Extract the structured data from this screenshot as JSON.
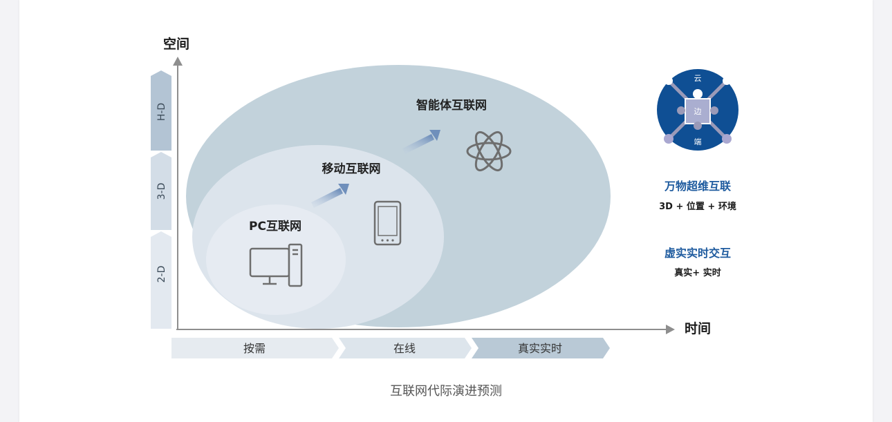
{
  "axes": {
    "y_label": "空间",
    "x_label": "时间"
  },
  "space_levels": [
    "H-D",
    "3-D",
    "2-D"
  ],
  "time_stages": [
    "按需",
    "在线",
    "真实实时"
  ],
  "generations": {
    "pc": "PC互联网",
    "mobile": "移动互联网",
    "intelligent": "智能体互联网"
  },
  "logo": {
    "top": "云",
    "middle": "边",
    "bottom": "端"
  },
  "features": [
    {
      "title": "万物超维互联",
      "detail": "3D + 位置 + 环境"
    },
    {
      "title": "虚实实时交互",
      "detail": "真实+ 实时"
    }
  ],
  "caption": "互联网代际演进预测",
  "colors": {
    "outer_ellipse": "#c2d2db",
    "middle_ellipse": "#dce4ec",
    "inner_ellipse": "#e6ebf2",
    "accent_blue": "#1d5a9e",
    "logo_blue": "#0f4f94"
  }
}
